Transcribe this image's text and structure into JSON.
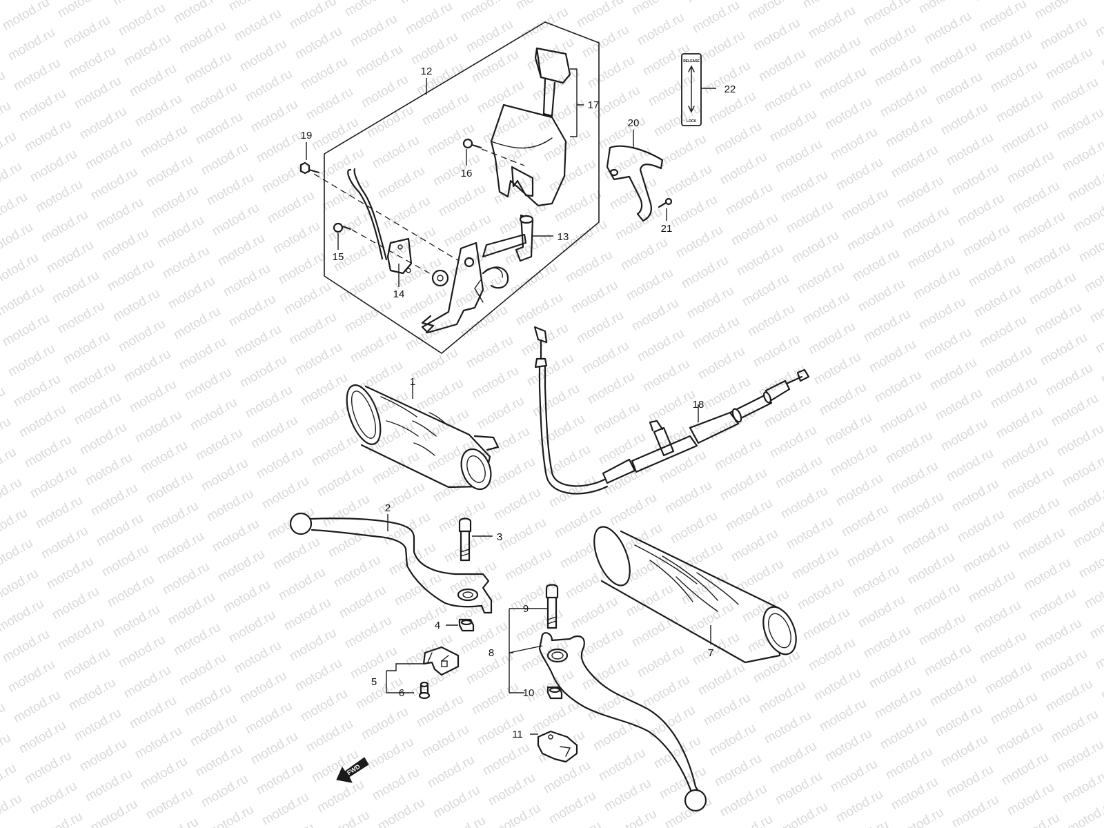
{
  "watermark": "motod.ru",
  "callouts": {
    "c1": "1",
    "c2": "2",
    "c3": "3",
    "c4": "4",
    "c5": "5",
    "c6": "6",
    "c7": "7",
    "c8": "8",
    "c9": "9",
    "c10": "10",
    "c11": "11",
    "c12": "12",
    "c13": "13",
    "c14": "14",
    "c15": "15",
    "c16": "16",
    "c17": "17",
    "c18": "18",
    "c19": "19",
    "c20": "20",
    "c21": "21",
    "c22": "22"
  },
  "label_plate": {
    "top": "RELEASE",
    "bottom": "LOCK"
  },
  "fwd": "FWD"
}
